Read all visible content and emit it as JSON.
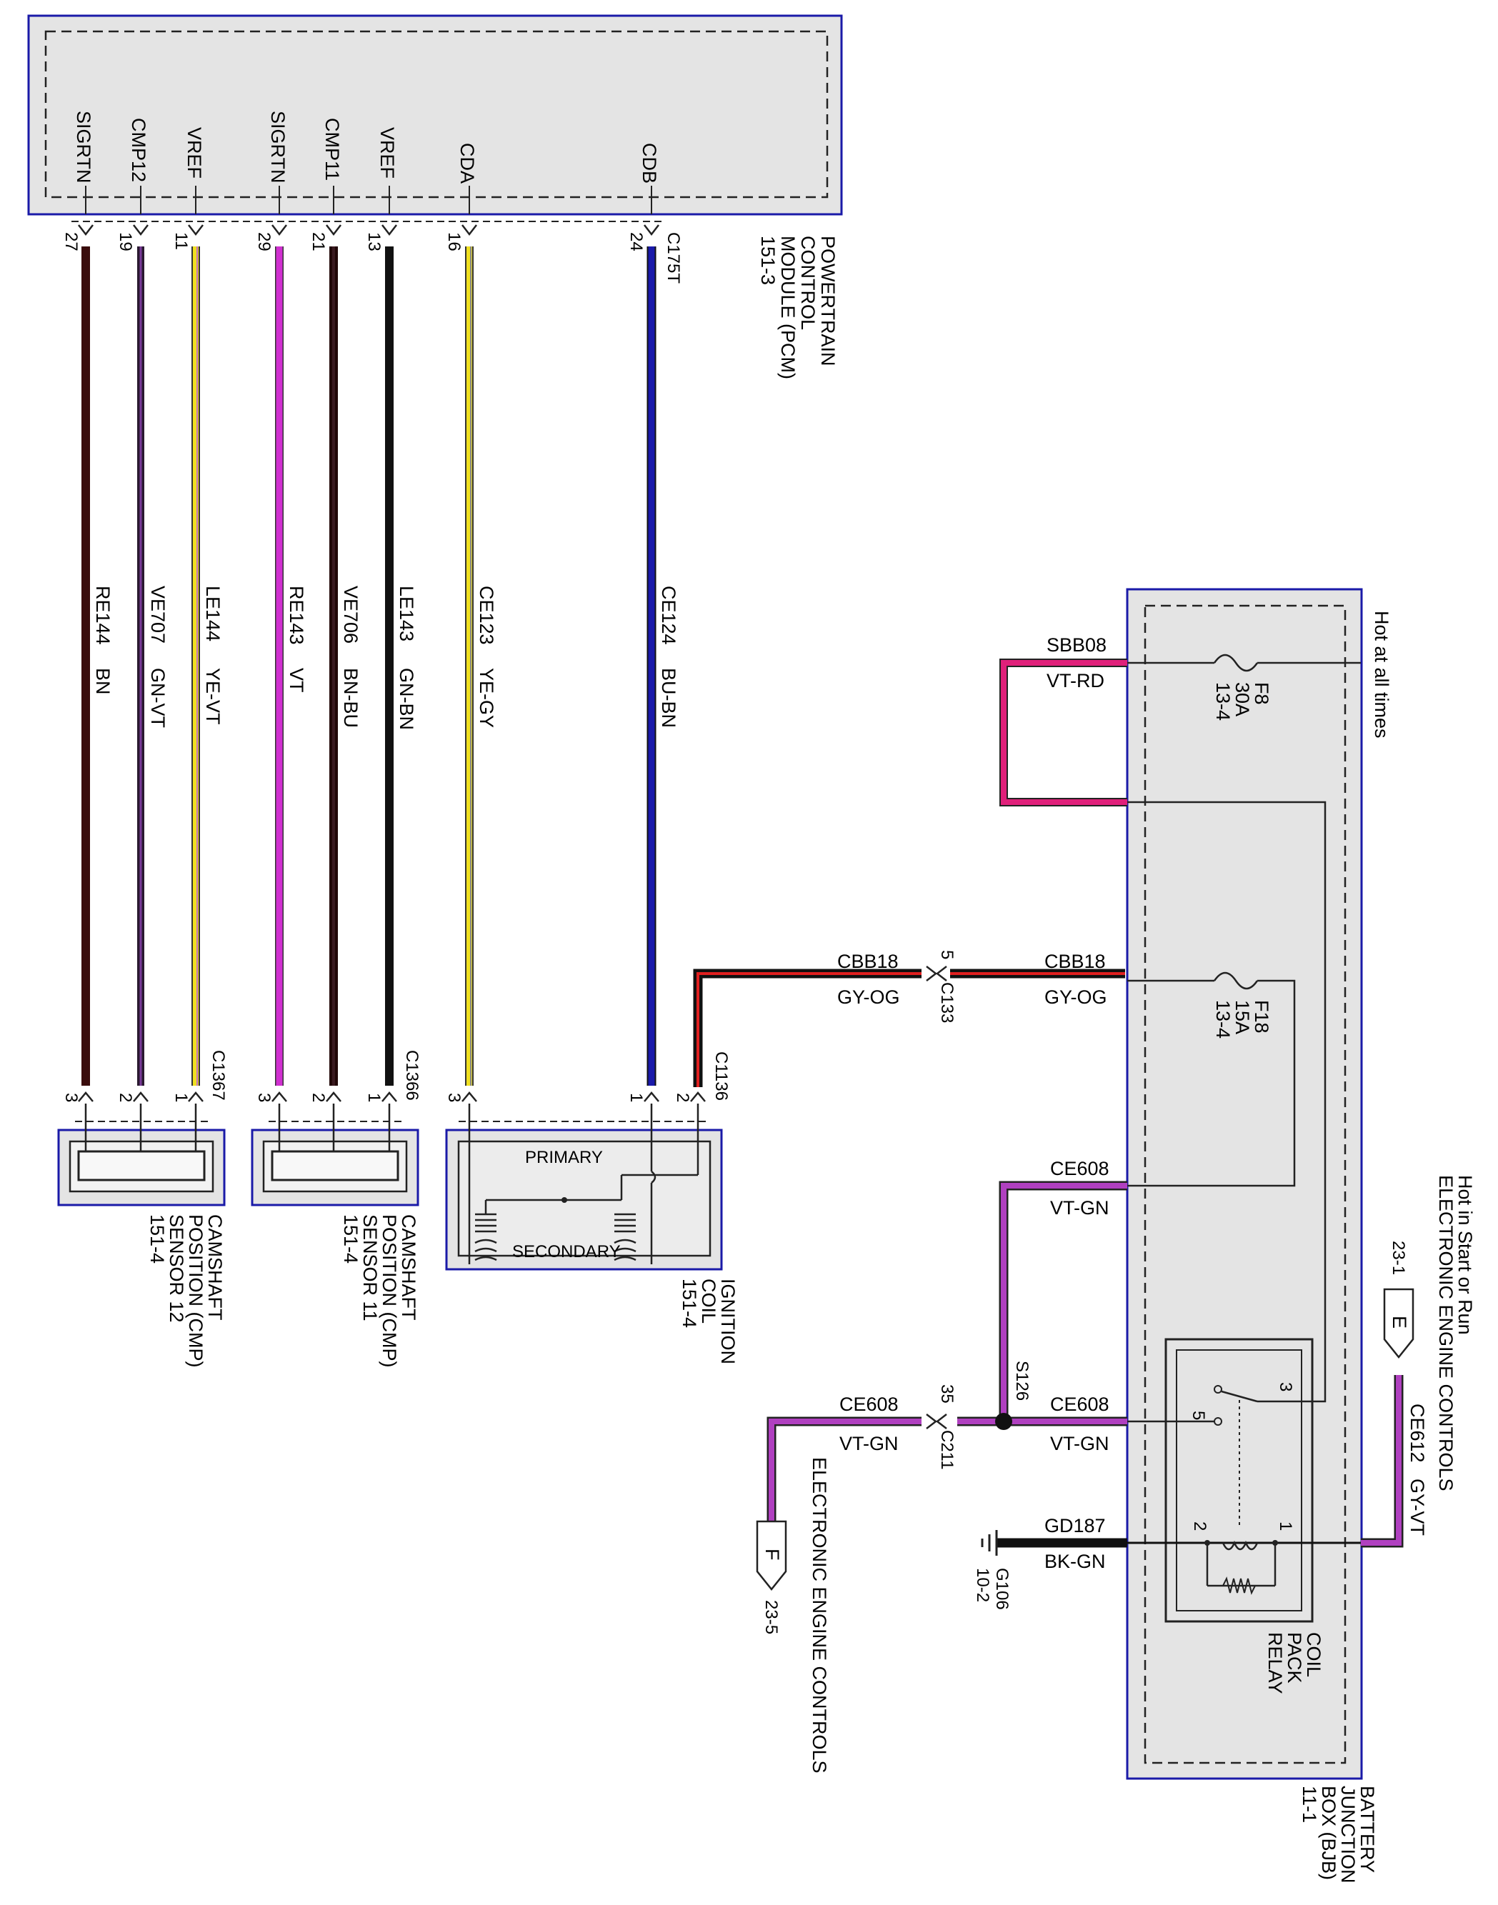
{
  "pcm": {
    "pins": [
      {
        "name": "SIGRTN",
        "pin": "27"
      },
      {
        "name": "CMP12",
        "pin": "19"
      },
      {
        "name": "VREF",
        "pin": "11"
      },
      {
        "name": "SIGRTN",
        "pin": "29"
      },
      {
        "name": "CMP11",
        "pin": "21"
      },
      {
        "name": "VREF",
        "pin": "13"
      },
      {
        "name": "CDA",
        "pin": "16"
      },
      {
        "name": "CDB",
        "pin": "24"
      }
    ],
    "connector": "C175T",
    "label": [
      "POWERTRAIN",
      "CONTROL",
      "MODULE (PCM)",
      "151-3"
    ]
  },
  "wires": [
    {
      "circuit": "RE144",
      "color": "BN"
    },
    {
      "circuit": "VE707",
      "color": "GN-VT"
    },
    {
      "circuit": "LE144",
      "color": "YE-VT"
    },
    {
      "circuit": "RE143",
      "color": "VT"
    },
    {
      "circuit": "VE706",
      "color": "BN-BU"
    },
    {
      "circuit": "LE143",
      "color": "GN-BN"
    },
    {
      "circuit": "CE123",
      "color": "YE-GY"
    },
    {
      "circuit": "CE124",
      "color": "BU-BN"
    }
  ],
  "cmp12": {
    "connector": "C1367",
    "pins": [
      "3",
      "2",
      "1"
    ],
    "label": [
      "CAMSHAFT",
      "POSITION (CMP)",
      "SENSOR 12",
      "151-4"
    ]
  },
  "cmp11": {
    "connector": "C1366",
    "pins": [
      "3",
      "2",
      "1"
    ],
    "label": [
      "CAMSHAFT",
      "POSITION (CMP)",
      "SENSOR 11",
      "151-4"
    ]
  },
  "coil": {
    "connector": "C1136",
    "pins": [
      "3",
      "1",
      "2"
    ],
    "primary": "PRIMARY",
    "secondary": "SECONDARY",
    "label": [
      "IGNITION",
      "COIL",
      "151-4"
    ]
  },
  "bjb": {
    "label": [
      "BATTERY",
      "JUNCTION",
      "BOX (BJB)",
      "11-1"
    ],
    "hot": "Hot at all times",
    "f8": [
      "F8",
      "30A",
      "13-4"
    ],
    "f18": [
      "F18",
      "15A",
      "13-4"
    ],
    "relay": {
      "label": [
        "COIL",
        "PACK",
        "RELAY"
      ],
      "pins": [
        "3",
        "5",
        "2",
        "1"
      ]
    }
  },
  "sbb08": {
    "circuit": "SBB08",
    "color": "VT-RD"
  },
  "cbb18_left": {
    "circuit": "CBB18",
    "color": "GY-OG"
  },
  "cbb18_right": {
    "circuit": "CBB18",
    "color": "GY-OG"
  },
  "c133": {
    "pin": "5",
    "name": "C133"
  },
  "ce608_top": {
    "circuit": "CE608",
    "color": "VT-GN"
  },
  "ce608_mid": {
    "circuit": "CE608",
    "color": "VT-GN"
  },
  "ce608_left": {
    "circuit": "CE608",
    "color": "VT-GN"
  },
  "s126": "S126",
  "c211": {
    "pin": "35",
    "name": "C211"
  },
  "gd187": {
    "circuit": "GD187",
    "color": "BK-GN"
  },
  "g106": [
    "G106",
    "10-2"
  ],
  "ce612": {
    "circuit": "CE612",
    "color": "GY-VT"
  },
  "conn_e": {
    "letter": "E",
    "page": "23-1",
    "label": [
      "Hot in Start or Run",
      "ELECTRONIC ENGINE CONTROLS"
    ]
  },
  "conn_f": {
    "letter": "F",
    "page": "23-5",
    "label": "ELECTRONIC ENGINE CONTROLS"
  },
  "colors": {
    "frame": "#1a1aa8",
    "fill": "#e4e4e4",
    "violet": "#d030d0",
    "blue": "#1a1aaa",
    "yellow": "#f0e020",
    "brown": "#3a0c0c",
    "redwire": "#e02020",
    "pink": "#e0207a"
  }
}
